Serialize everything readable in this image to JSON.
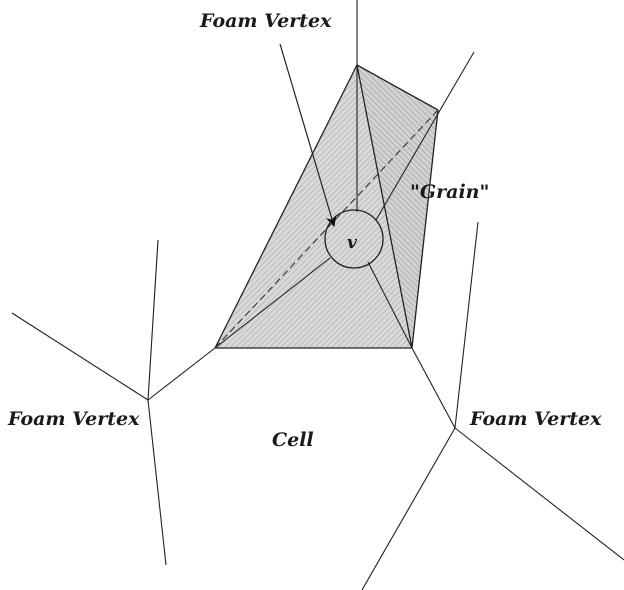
{
  "labels": {
    "foam_vertex_top": "Foam Vertex",
    "foam_vertex_left": "Foam Vertex",
    "foam_vertex_right": "Foam Vertex",
    "grain": "\"Grain\"",
    "vertex": "v",
    "cell": "Cell"
  },
  "colors": {
    "line": "#222222",
    "grain_fill": "#d4d4d4",
    "grain_hatch": "#9a9a9a",
    "background": "#ffffff"
  }
}
